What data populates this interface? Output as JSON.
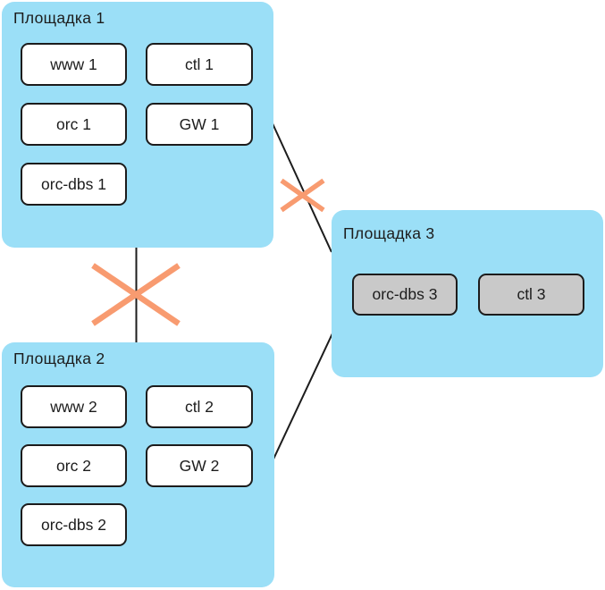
{
  "diagram": {
    "sites": [
      {
        "label": "Площадка 1",
        "nodes": [
          {
            "label": "www 1"
          },
          {
            "label": "ctl 1"
          },
          {
            "label": "orc 1"
          },
          {
            "label": "GW 1"
          },
          {
            "label": "orc-dbs 1"
          }
        ]
      },
      {
        "label": "Площадка 2",
        "nodes": [
          {
            "label": "www 2"
          },
          {
            "label": "ctl 2"
          },
          {
            "label": "orc 2"
          },
          {
            "label": "GW 2"
          },
          {
            "label": "orc-dbs 2"
          }
        ]
      },
      {
        "label": "Площадка 3",
        "nodes": [
          {
            "label": "orc-dbs 3"
          },
          {
            "label": "ctl 3"
          }
        ]
      }
    ],
    "connections": [
      {
        "from": "Площадка 1",
        "to": "Площадка 2",
        "status": "broken"
      },
      {
        "from": "Площадка 1",
        "to": "Площадка 3",
        "status": "broken"
      },
      {
        "from": "Площадка 2",
        "to": "Площадка 3",
        "status": "connected"
      }
    ],
    "colors": {
      "site_bg": "#9BDFF7",
      "node_bg": "#FFFFFF",
      "node_bg_alt": "#C9C9C9",
      "outline": "#1C1C1C",
      "link": "#1C1C1C",
      "cross": "#F89B70"
    }
  }
}
